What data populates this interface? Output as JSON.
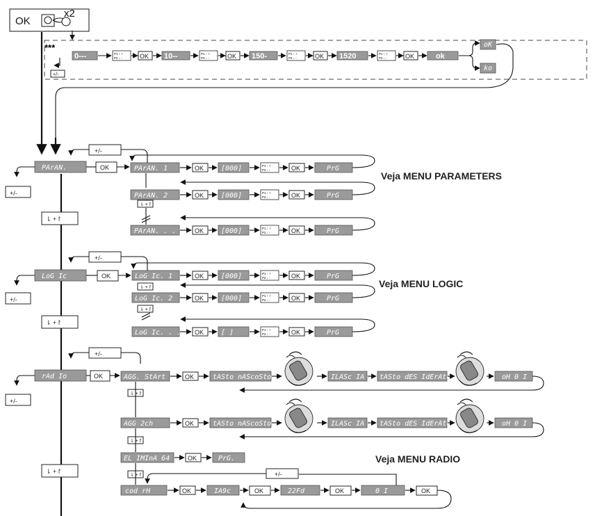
{
  "top": {
    "ok": "OK",
    "x2": "x2",
    "stars": "***",
    "pm": "+/-",
    "seq": [
      "0---",
      "10--",
      "150-",
      "1520",
      "ok"
    ],
    "ok_small": "OK",
    "ok_result": "oK",
    "ko_result": "ko"
  },
  "pm": "+/-",
  "arrows": "⇂ +↾",
  "params": {
    "menu": "PArAN.",
    "items": [
      "PArAN. 1",
      "PArAN. 2",
      "PArAN. . . . ."
    ],
    "value": "[000]",
    "prg": "PrG",
    "heading": "Veja MENU PARAMETERS"
  },
  "logic": {
    "menu": "LoG Ic",
    "items": [
      "LoG Ic. 1",
      "LoG Ic. 2",
      "LoG Ic. . . . ."
    ],
    "values": [
      "[000]",
      "[000]",
      "[ ]"
    ],
    "prg": "PrG",
    "heading": "Veja MENU LOGIC"
  },
  "radio": {
    "menu": "rAd Io",
    "items": [
      "AGG. StArt",
      "AGG 2ch",
      "EL IMInA 64",
      "cod rH"
    ],
    "hidden": "tASto nAScoSto",
    "release": "ILASc IA",
    "desired": "tASto dES IdErAto",
    "ok01": "oH 0 I",
    "prg": "PrG.",
    "code": "IA9c",
    "code2": "22Fd",
    "code3": "0 I",
    "heading": "Veja MENU RADIO"
  },
  "icons": [
    "key-selector-icon",
    "remote-control-icon"
  ]
}
